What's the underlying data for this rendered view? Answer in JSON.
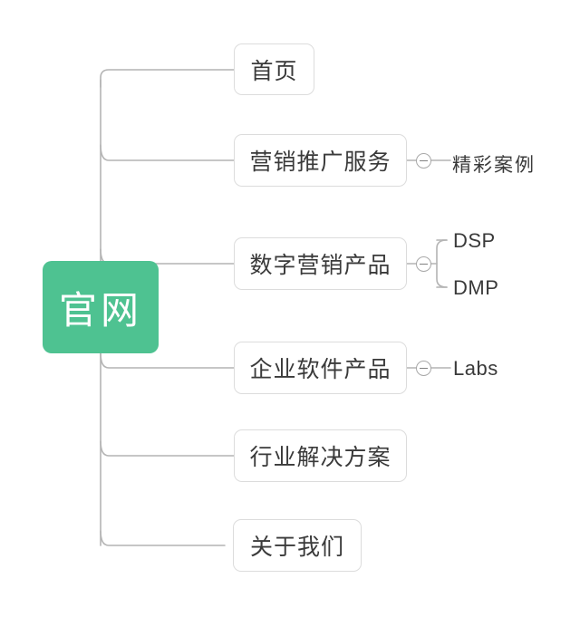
{
  "diagram": {
    "type": "mind-map",
    "title": "官网",
    "background_color": "#ffffff",
    "root_color": "#4ec291",
    "node_border_color": "#dcdcdc",
    "connector_color": "#b4b4b4",
    "text_color": "#3a3a3a"
  },
  "root": {
    "label": "官网"
  },
  "branches": [
    {
      "label": "首页",
      "toggle": null,
      "children": []
    },
    {
      "label": "营销推广服务",
      "toggle": "collapse-toggle",
      "children": [
        {
          "label": "精彩案例"
        }
      ]
    },
    {
      "label": "数字营销产品",
      "toggle": "collapse-toggle",
      "children": [
        {
          "label": "DSP"
        },
        {
          "label": "DMP"
        }
      ]
    },
    {
      "label": "企业软件产品",
      "toggle": "collapse-toggle",
      "children": [
        {
          "label": "Labs"
        }
      ]
    },
    {
      "label": "行业解决方案",
      "toggle": null,
      "children": []
    },
    {
      "label": "关于我们",
      "toggle": null,
      "children": []
    }
  ]
}
